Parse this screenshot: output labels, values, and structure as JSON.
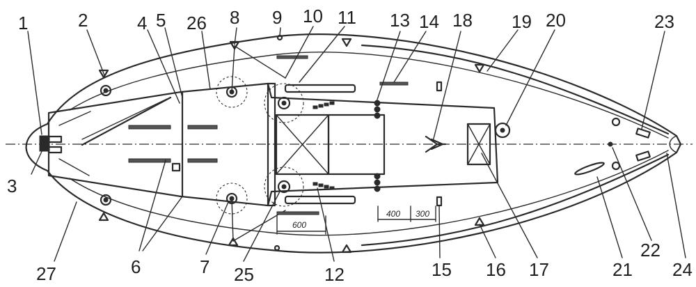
{
  "callouts": [
    {
      "id": "1",
      "text": "1"
    },
    {
      "id": "2",
      "text": "2"
    },
    {
      "id": "3",
      "text": "3"
    },
    {
      "id": "4",
      "text": "4"
    },
    {
      "id": "5",
      "text": "5"
    },
    {
      "id": "26",
      "text": "26"
    },
    {
      "id": "8",
      "text": "8"
    },
    {
      "id": "9",
      "text": "9"
    },
    {
      "id": "10",
      "text": "10"
    },
    {
      "id": "11",
      "text": "11"
    },
    {
      "id": "13",
      "text": "13"
    },
    {
      "id": "14",
      "text": "14"
    },
    {
      "id": "18",
      "text": "18"
    },
    {
      "id": "19",
      "text": "19"
    },
    {
      "id": "20",
      "text": "20"
    },
    {
      "id": "23",
      "text": "23"
    },
    {
      "id": "27",
      "text": "27"
    },
    {
      "id": "6",
      "text": "6"
    },
    {
      "id": "7",
      "text": "7"
    },
    {
      "id": "25",
      "text": "25"
    },
    {
      "id": "12",
      "text": "12"
    },
    {
      "id": "15",
      "text": "15"
    },
    {
      "id": "16",
      "text": "16"
    },
    {
      "id": "17",
      "text": "17"
    },
    {
      "id": "21",
      "text": "21"
    },
    {
      "id": "22",
      "text": "22"
    },
    {
      "id": "24",
      "text": "24"
    }
  ],
  "dimensions": {
    "d400": "400",
    "d300": "300",
    "d600": "600"
  }
}
